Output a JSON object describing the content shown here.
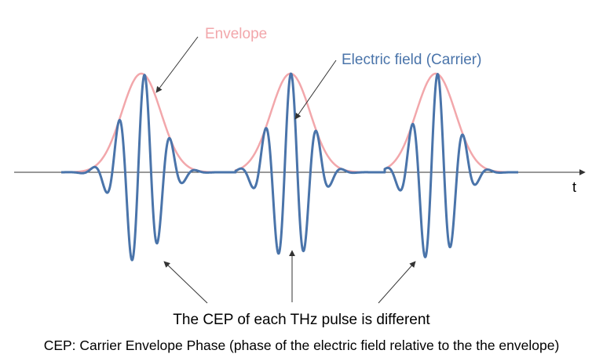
{
  "labels": {
    "envelope": "Envelope",
    "carrier": "Electric field (Carrier)",
    "time_axis": "t",
    "caption_main": "The CEP of each THz pulse is different",
    "caption_note": "CEP: Carrier Envelope Phase (phase of the electric field relative to the the envelope)"
  },
  "colors": {
    "envelope": "#f2a7ab",
    "carrier": "#4a74aa",
    "axis": "#333333",
    "text": "#000000"
  }
}
